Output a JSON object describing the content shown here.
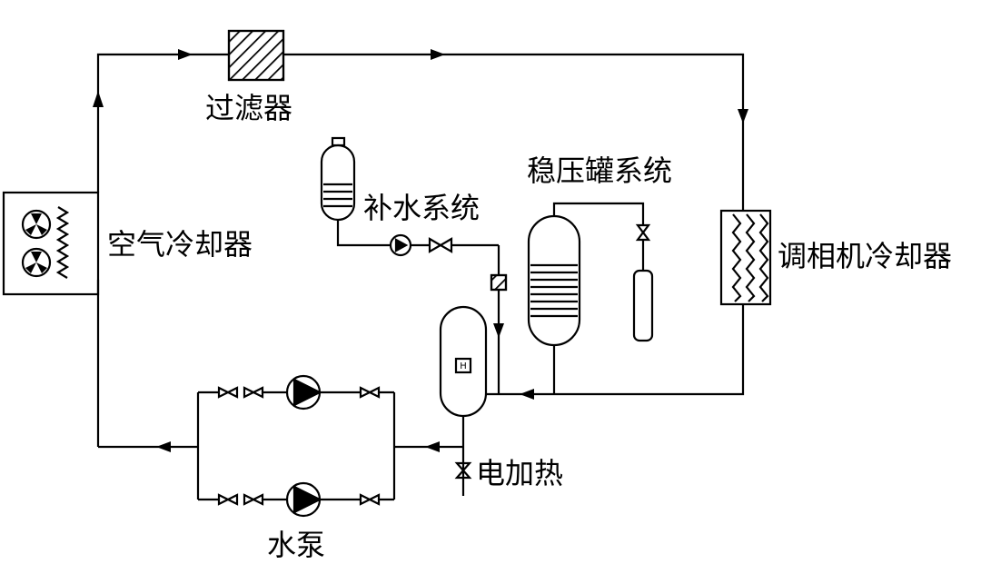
{
  "labels": {
    "filter": "过滤器",
    "air_cooler": "空气冷却器",
    "makeup_water": "补水系统",
    "pressure_tank": "稳压罐系统",
    "condenser_cooler": "调相机冷却器",
    "electric_heater": "电加热",
    "water_pump": "水泵",
    "heater_mark": "H"
  },
  "colors": {
    "line": "#000000",
    "background": "#ffffff"
  }
}
